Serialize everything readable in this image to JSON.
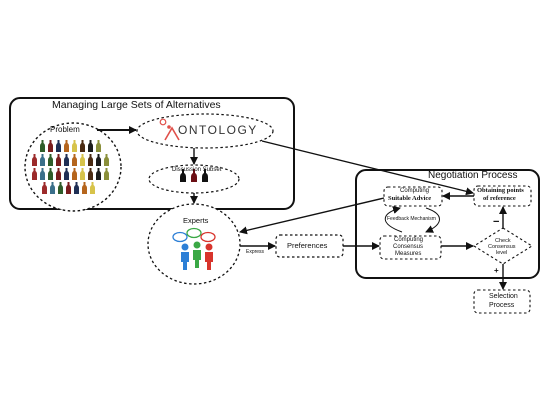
{
  "groups": {
    "alternatives_title": "Managing Large Sets of Alternatives",
    "negotiation_title": "Negotiation Process"
  },
  "nodes": {
    "problem": "Problem",
    "ontology": "ONTOLOGY",
    "discussion_subset": "Discussion Subset",
    "experts": "Experts",
    "preferences": "Preferences",
    "computing_suitable_advice": [
      "Computing",
      "Suitable Advice"
    ],
    "obtaining_points_of_reference": [
      "Obtaining points",
      "of reference"
    ],
    "feedback_mechanism": "Feedback Mechanism",
    "computing_consensus_measures": [
      "Computing",
      "Consensus",
      "Measures"
    ],
    "check_consensus_level": [
      "Check",
      "Consensus",
      "level"
    ],
    "selection_process": [
      "Selection",
      "Process"
    ]
  },
  "edge_labels": {
    "express": "Express",
    "minus": "−",
    "plus": "+"
  },
  "colors": {
    "stroke": "#111111",
    "ontology_accent": "#e0504a",
    "person_blue": "#2c7fd6",
    "person_green": "#3aa845",
    "person_red": "#d8342c"
  },
  "icons": [
    "bottle-collection-icon",
    "wine-bottle-icon",
    "speech-bubble-icon",
    "person-icon",
    "ontology-logo-icon"
  ]
}
